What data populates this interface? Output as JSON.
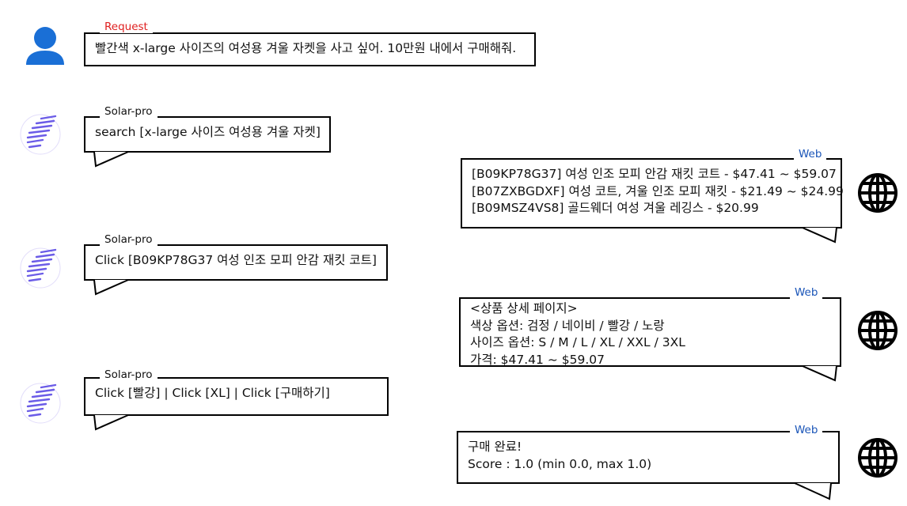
{
  "colors": {
    "user_icon": "#1a6fd6",
    "request_label": "#e02020",
    "web_label": "#1a55b8",
    "solar_logo": "#6b5ce7",
    "border": "#000000"
  },
  "request": {
    "label": "Request",
    "text": "빨간색 x-large 사이즈의 여성용 겨울 자켓을 사고 싶어. 10만원 내에서 구매해줘.",
    "icon": "user-icon"
  },
  "steps": [
    {
      "agent": {
        "label": "Solar-pro",
        "text": "search [x-large 사이즈 여성용 겨울 자켓]",
        "icon": "solar-logo-icon"
      },
      "web": {
        "label": "Web",
        "lines": [
          "[B09KP78G37] 여성 인조 모피 안감 재킷 코트 - $47.41 ~ $59.07",
          "[B07ZXBGDXF] 여성 코트, 겨울 인조 모피 재킷 - $21.49 ~ $24.99",
          "[B09MSZ4VS8] 골드웨더 여성 겨울 레깅스 - $20.99"
        ],
        "icon": "globe-icon"
      }
    },
    {
      "agent": {
        "label": "Solar-pro",
        "text": "Click [B09KP78G37 여성 인조 모피 안감 재킷 코트]",
        "icon": "solar-logo-icon"
      },
      "web": {
        "label": "Web",
        "lines": [
          "<상품 상세 페이지>",
          "색상 옵션: 검정 / 네이비 / 빨강 / 노랑",
          "사이즈 옵션: S / M / L / XL / XXL / 3XL",
          "가격: $47.41 ~ $59.07"
        ],
        "icon": "globe-icon"
      }
    },
    {
      "agent": {
        "label": "Solar-pro",
        "text": "Click [빨강] | Click [XL] | Click [구매하기]",
        "icon": "solar-logo-icon"
      },
      "web": {
        "label": "Web",
        "lines": [
          "구매 완료!",
          "Score : 1.0 (min 0.0, max 1.0)"
        ],
        "icon": "globe-icon"
      }
    }
  ]
}
